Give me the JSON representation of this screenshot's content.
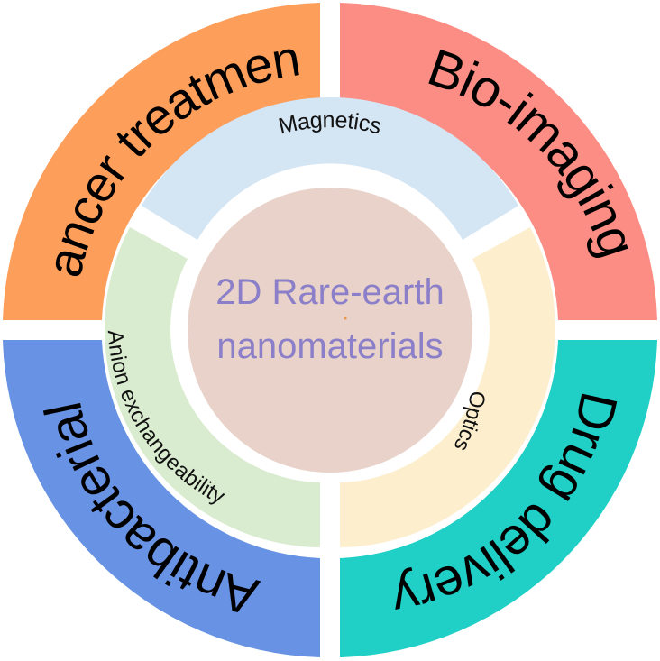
{
  "center": {
    "line1": "2D Rare-earth",
    "line2": "nanomaterials",
    "fill": "#e8d2c9",
    "text_color": "#8a7fc8"
  },
  "inner_ring": [
    {
      "label": "Magnetics",
      "fill": "#d4e5f4"
    },
    {
      "label": "Optics",
      "fill": "#fdefcd"
    },
    {
      "label": "Anion exchangeability",
      "fill": "#d9eccf"
    }
  ],
  "outer_ring": [
    {
      "label": "Cancer treatment",
      "fill": "#fd9e5a"
    },
    {
      "label": "Bio-imaging",
      "fill": "#fc8d84"
    },
    {
      "label": "Drug delivery",
      "fill": "#20d0c6"
    },
    {
      "label": "Antibacterial",
      "fill": "#6892e3"
    }
  ]
}
